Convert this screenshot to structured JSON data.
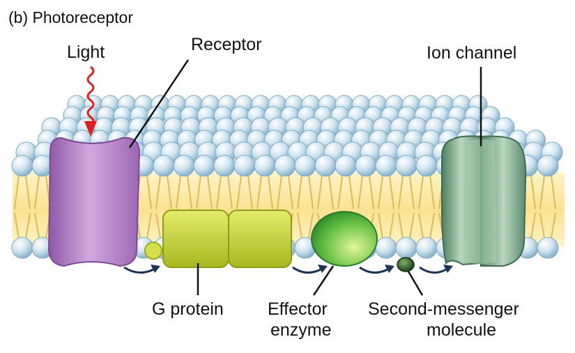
{
  "title": "(b) Photoreceptor",
  "labels": {
    "light": "Light",
    "receptor": "Receptor",
    "ion_channel": "Ion channel",
    "g_protein": "G protein",
    "effector_line1": "Effector",
    "effector_line2": "enzyme",
    "second_messenger_line1": "Second-messenger",
    "second_messenger_line2": "molecule"
  },
  "colors": {
    "head": "#cfe3ee",
    "head_dark": "#88b4cc",
    "lipid_core": "#fbe9a6",
    "tail": "#e0b85a",
    "receptor": "#b683c8",
    "receptor_dark": "#8f58a7",
    "g_protein": "#c9d531",
    "g_protein_dark": "#9aa81c",
    "effector": "#4fb33f",
    "effector_light": "#c6e77c",
    "ion_channel": "#7fae8f",
    "ion_channel_dark": "#4f7f63",
    "light_arrow": "#e02020",
    "flow_arrow": "#1c3557",
    "second_messenger": "#2f5a2c"
  },
  "icons": {
    "light": "wavy-light-arrow-icon",
    "flow": "curved-flow-arrow-icon"
  }
}
